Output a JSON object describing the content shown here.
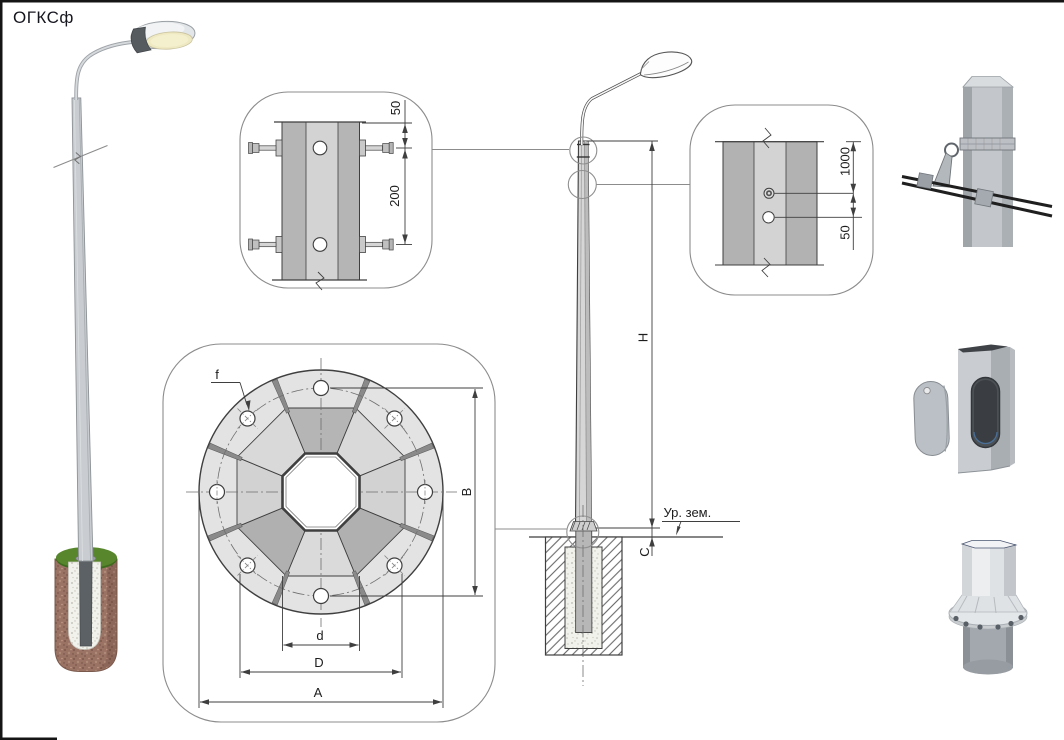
{
  "title": "ОГКСф",
  "plate_top_detail": {
    "dim_a": "50",
    "dim_b": "200"
  },
  "plate_side_detail": {
    "dim_a": "1000",
    "dim_b": "50"
  },
  "flange_detail": {
    "hole_label": "f",
    "dim_B": "B",
    "dim_d": "d",
    "dim_D": "D",
    "dim_A": "A"
  },
  "elevation": {
    "dim_H": "H",
    "dim_C": "C",
    "ground_label": "Ур. зем."
  },
  "colors": {
    "line": "#3f3f3f",
    "box_border": "#8c8c8c",
    "plate_light": "#d3d3d3",
    "plate_dark": "#b2b2b2",
    "flange_base": "#e3e3e3",
    "grass": "#57862c",
    "soil": "#9b7365",
    "cable": "#1f1f1f",
    "pole_gray": "#c9cdd1"
  }
}
